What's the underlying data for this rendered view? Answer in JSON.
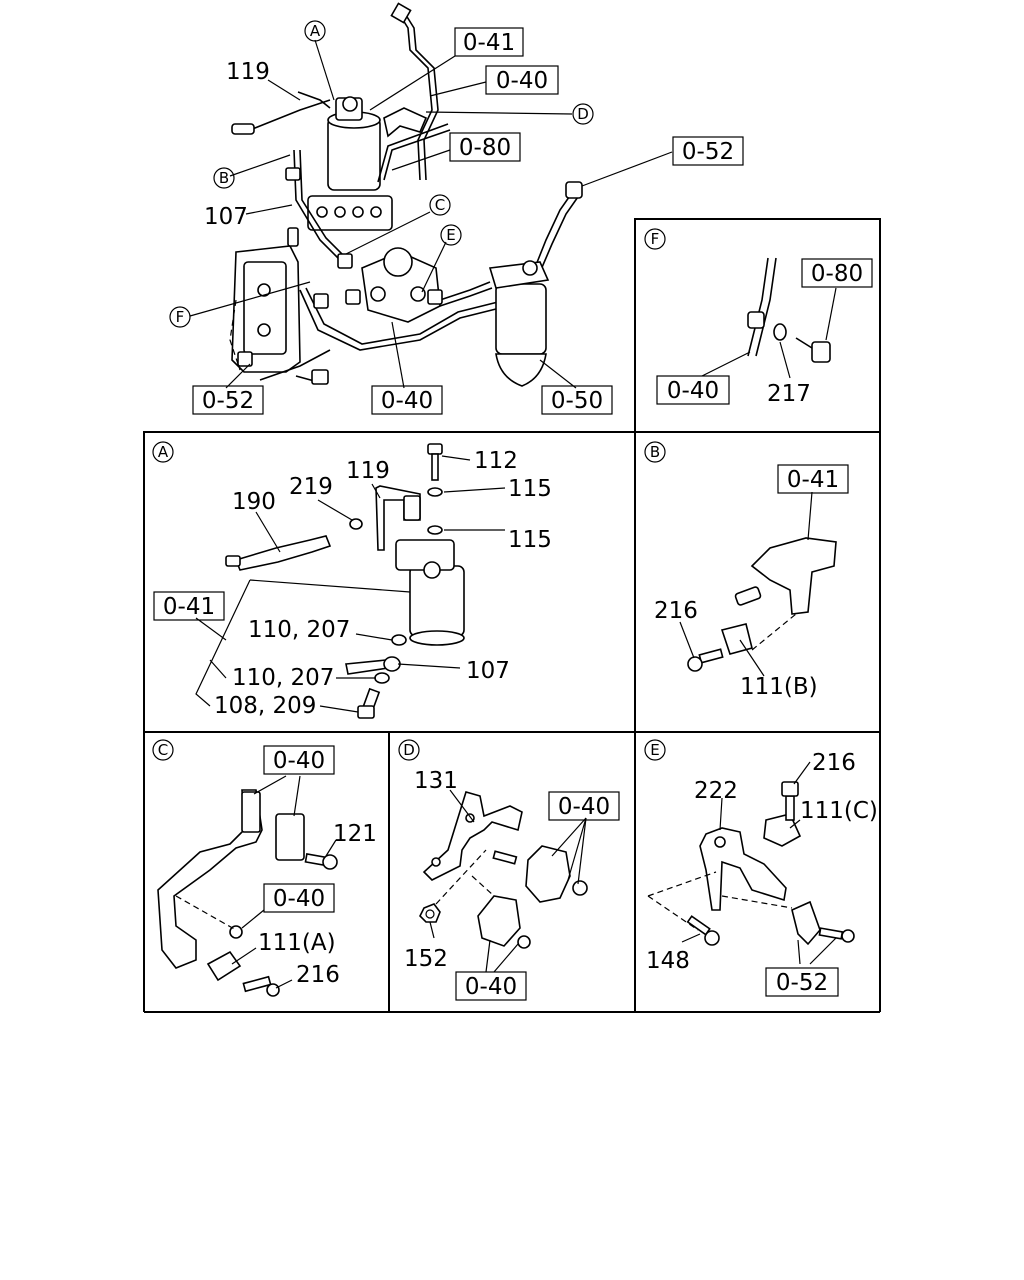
{
  "main": {
    "callouts": {
      "A": "A",
      "B": "B",
      "C": "C",
      "D": "D",
      "E": "E",
      "F": "F"
    },
    "labels": {
      "p119": "119",
      "p107": "107",
      "r041": "0-41",
      "r040_top": "0-40",
      "r080": "0-80",
      "r052_top": "0-52",
      "r052_bottom": "0-52",
      "r040_bottom": "0-40",
      "r050": "0-50"
    }
  },
  "detail_F": {
    "title": "F",
    "r080": "0-80",
    "r040": "0-40",
    "p217": "217"
  },
  "detail_A": {
    "title": "A",
    "p112": "112",
    "p115a": "115",
    "p115b": "115",
    "p119": "119",
    "p219": "219",
    "p190": "190",
    "r041": "0-41",
    "p110_207a": "110, 207",
    "p110_207b": "110, 207",
    "p108_209": "108, 209",
    "p107": "107"
  },
  "detail_B": {
    "title": "B",
    "r041": "0-41",
    "p216": "216",
    "p111b": "111(B)"
  },
  "detail_C": {
    "title": "C",
    "r040a": "0-40",
    "r040b": "0-40",
    "p121": "121",
    "p111a": "111(A)",
    "p216": "216"
  },
  "detail_D": {
    "title": "D",
    "p131": "131",
    "r040a": "0-40",
    "p152": "152",
    "r040b": "0-40"
  },
  "detail_E": {
    "title": "E",
    "p216": "216",
    "p222": "222",
    "p111c": "111(C)",
    "p148": "148",
    "r052": "0-52"
  }
}
